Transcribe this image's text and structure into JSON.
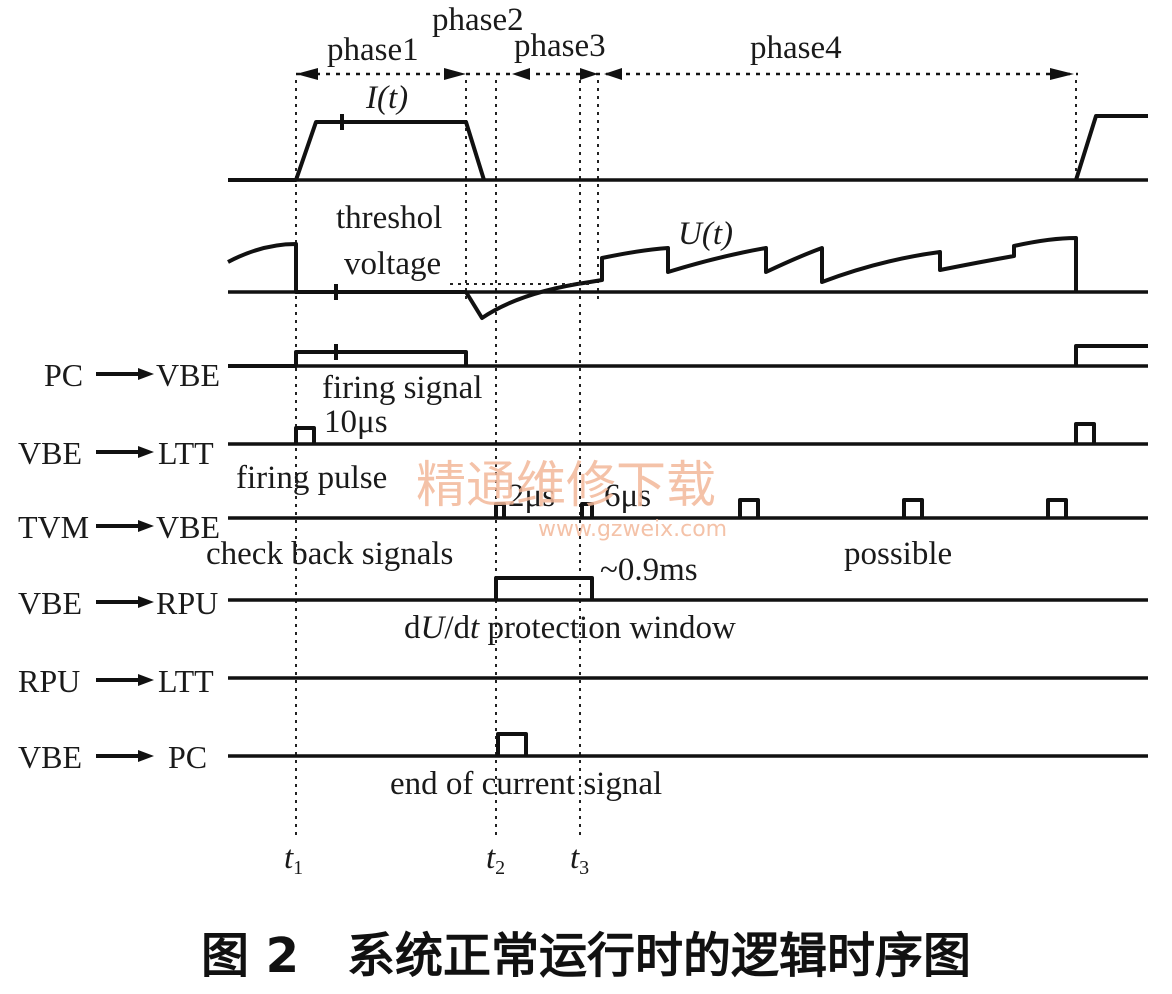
{
  "phases": [
    "phase1",
    "phase2",
    "phase3",
    "phase4"
  ],
  "waveforms": {
    "current": "I(t)",
    "voltage": "U(t)",
    "threshold_line1": "threshol",
    "threshold_line2": "voltage"
  },
  "rows": [
    {
      "from": "PC",
      "to": "VBE"
    },
    {
      "from": "VBE",
      "to": "LTT"
    },
    {
      "from": "TVM",
      "to": "VBE"
    },
    {
      "from": "VBE",
      "to": "RPU"
    },
    {
      "from": "RPU",
      "to": "LTT"
    },
    {
      "from": "VBE",
      "to": "PC"
    }
  ],
  "annotations": {
    "firing_signal": "firing signal",
    "pulse_width": "10μs",
    "firing_pulse": "firing pulse",
    "check_back": "check back signals",
    "delay_2us": "2μs",
    "delay_6us": "6μs",
    "possible": "possible",
    "window_time": "~0.9ms",
    "dudt_prefix": "d",
    "dudt_u": "U",
    "dudt_mid": "/d",
    "dudt_t": "t",
    "protection_window": " protection window",
    "end_of_current": "end of current signal"
  },
  "time_marks": [
    {
      "base": "t",
      "sub": "1"
    },
    {
      "base": "t",
      "sub": "2"
    },
    {
      "base": "t",
      "sub": "3"
    }
  ],
  "watermark": {
    "chinese": "精通维修下载",
    "url": "www.gzweix.com"
  },
  "caption": "图 2　系统正常运行时的逻辑时序图"
}
